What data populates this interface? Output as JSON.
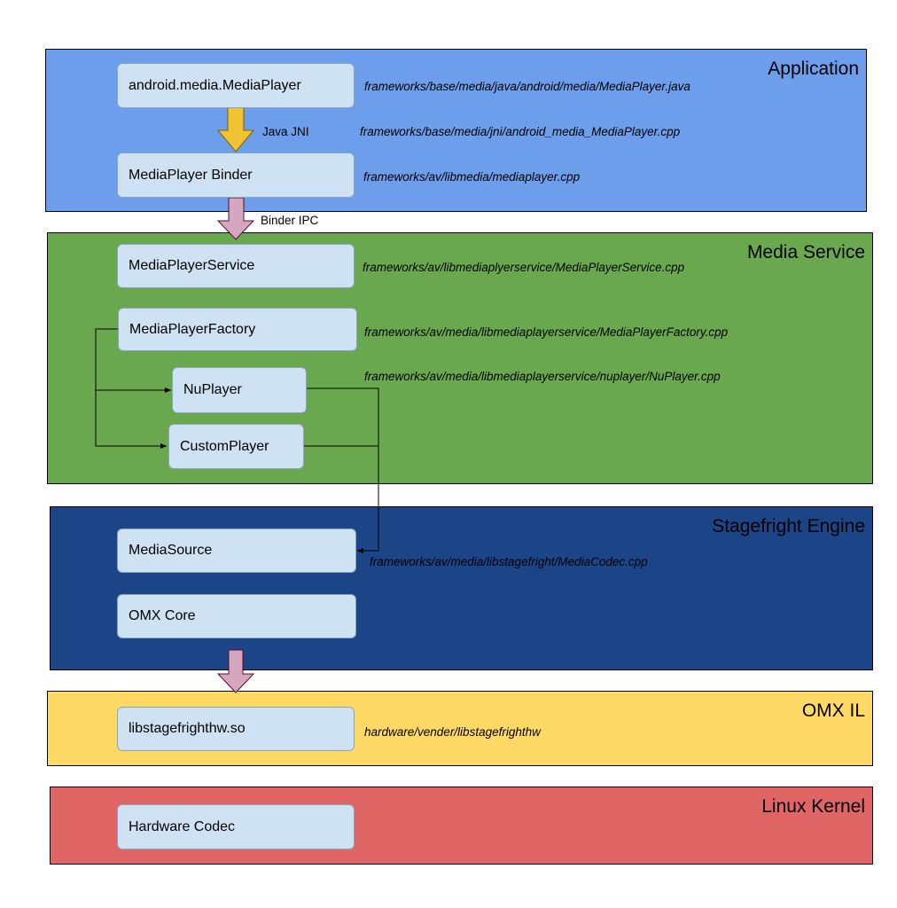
{
  "colors": {
    "application": "#6d9eeb",
    "media_service": "#6aa84f",
    "stagefright": "#1c4587",
    "omx_il": "#ffd966",
    "linux_kernel": "#e06666",
    "node_fill": "#cfe2f3",
    "jni_arrow": "#f1c232",
    "ipc_arrow": "#d5a6bd"
  },
  "layers": {
    "application": {
      "title": "Application"
    },
    "media_service": {
      "title": "Media Service"
    },
    "stagefright": {
      "title": "Stagefright Engine"
    },
    "omx_il": {
      "title": "OMX IL"
    },
    "linux_kernel": {
      "title": "Linux Kernel"
    }
  },
  "nodes": {
    "android_mediaplayer": "android.media.MediaPlayer",
    "mediaplayer_binder": "MediaPlayer Binder",
    "mediaplayerservice": "MediaPlayerService",
    "mediaplayerfactory": "MediaPlayerFactory",
    "nuplayer": "NuPlayer",
    "customplayer": "CustomPlayer",
    "mediasource": "MediaSource",
    "omx_core": "OMX Core",
    "libstagefrighthw": "libstagefrighthw.so",
    "hardware_codec": "Hardware Codec"
  },
  "paths": {
    "mediaplayer_java": "frameworks/base/media/java/android/media/MediaPlayer.java",
    "jni_cpp": "frameworks/base/media/jni/android_media_MediaPlayer.cpp",
    "mediaplayer_cpp": "frameworks/av/libmedia/mediaplayer.cpp",
    "mediaplayerservice_cpp": "frameworks/av/libmediaplyerservice/MediaPlayerService.cpp",
    "mediaplayerfactory_cpp": "frameworks/av/media/libmediaplayerservice/MediaPlayerFactory.cpp",
    "nuplayer_cpp": "frameworks/av/media/libmediaplayerservice/nuplayer/NuPlayer.cpp",
    "mediacodec_cpp": "frameworks/av/media/libstagefright/MediaCodec.cpp",
    "libstagefrighthw_path": "hardware/vender/libstagefrighthw"
  },
  "arrow_labels": {
    "java_jni": "Java JNI",
    "binder_ipc": "Binder IPC"
  }
}
